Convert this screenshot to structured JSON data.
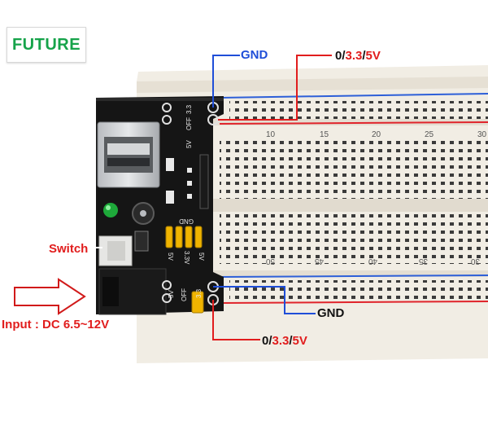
{
  "brand": {
    "text": "FUTURE",
    "color": "#16a34a"
  },
  "labels": {
    "gnd_top": "GND",
    "gnd_bottom": "GND",
    "switch": "Switch",
    "input": "Input : DC 6.5~12V"
  },
  "voltage_top": {
    "zero": "0",
    "sep1": "/",
    "v33": "3.3",
    "sep2": "/",
    "v5": "5V"
  },
  "voltage_bottom": {
    "zero": "0",
    "sep1": "/",
    "v33": "3.3",
    "sep2": "/",
    "v5": "5V"
  },
  "board_markings": {
    "top_numbers": [
      "10",
      "15",
      "20",
      "25",
      "30"
    ],
    "bottom_numbers": [
      "50",
      "45",
      "40",
      "35",
      "30"
    ],
    "jumper_top": [
      "5V",
      "OFF",
      "3.3"
    ],
    "jumper_bottom": [
      "5V",
      "OFF",
      "3.3"
    ],
    "gnd_mark": "GND",
    "side_marks": [
      "5V",
      "3.3V",
      "5V"
    ]
  },
  "colors": {
    "label_red": "#e11d1d",
    "label_blue": "#1f4ed8",
    "label_black": "#111111",
    "arrow": "#d11a1a",
    "breadboard": "#f1ede4",
    "pcb": "#151515",
    "jumper": "#f0b400",
    "rail_red": "#e0242b",
    "rail_blue": "#2d5fd8"
  }
}
